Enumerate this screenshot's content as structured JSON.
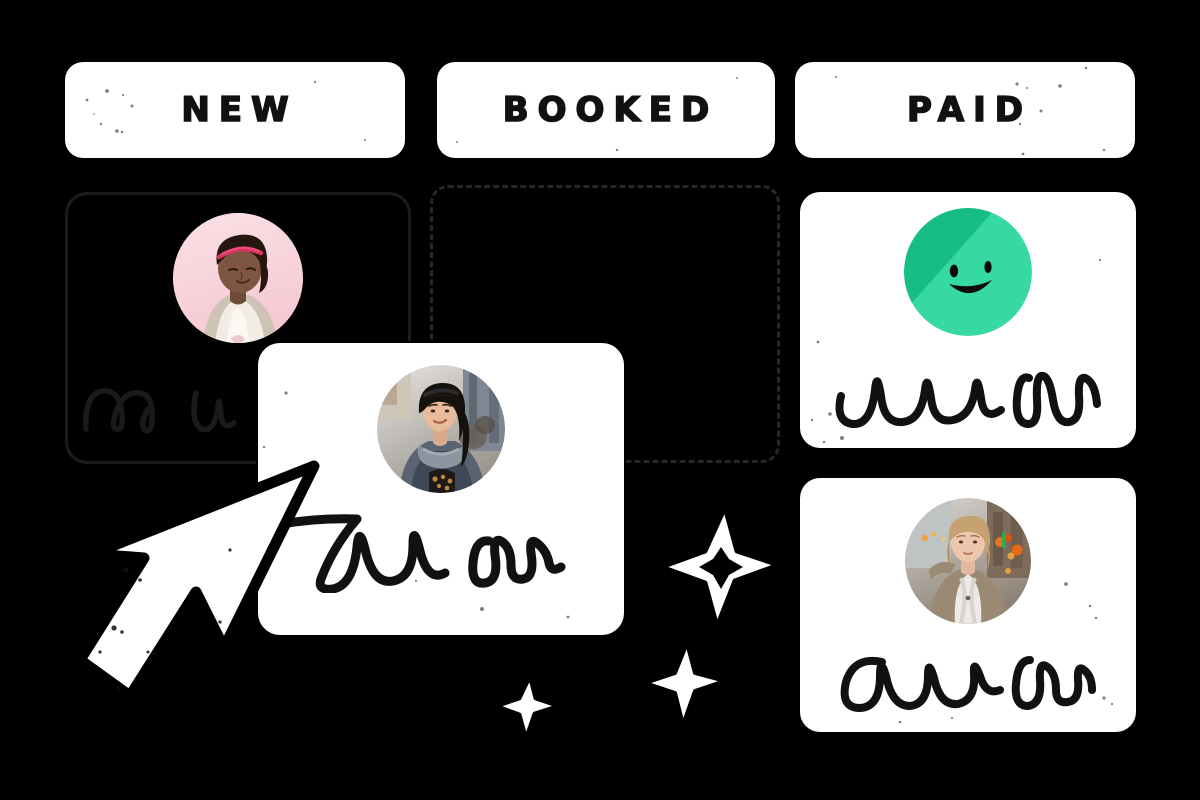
{
  "board": {
    "title": "Booking pipeline board",
    "background_color": "#000000",
    "card_surface_color": "#ffffff",
    "ink_color": "#111111",
    "ghost_outline_color": "#1c1c1c",
    "dropzone_dash_color": "#272727"
  },
  "columns": [
    {
      "id": "new",
      "label": "NEW"
    },
    {
      "id": "booked",
      "label": "BOOKED"
    },
    {
      "id": "paid",
      "label": "PAID"
    }
  ],
  "cards": {
    "ghost": {
      "column": "new",
      "state": "placeholder",
      "avatar_name": "avatar-photo-woman-pink-background",
      "avatar_background": "#f8d5dd",
      "text_placeholder_name": "handwritten-squiggle-placeholder",
      "text_placeholder_color": "#1a1a1a"
    },
    "dragged": {
      "column": "new",
      "state": "dragging",
      "avatar_name": "avatar-photo-woman-gray-scarf",
      "text_placeholder_name": "handwritten-squiggle-placeholder",
      "text_placeholder_color": "#111111"
    },
    "paid": [
      {
        "avatar_name": "green-smiley-avatar",
        "avatar_color_light": "#36d9a0",
        "avatar_color_dark": "#17bd85",
        "text_placeholder_name": "handwritten-squiggle-placeholder"
      },
      {
        "avatar_name": "avatar-photo-woman-blonde-bokeh",
        "text_placeholder_name": "handwritten-squiggle-placeholder"
      }
    ]
  },
  "dropzone": {
    "column": "booked",
    "label": "",
    "style": "dashed-outline",
    "state": "drop-target-active"
  },
  "cursor": {
    "name": "pointer-arrow-cursor",
    "fill": "#ffffff",
    "outline": "#000000",
    "direction": "up-left",
    "state": "dragging"
  },
  "decorations": [
    {
      "name": "sparkle-large",
      "style": "outline"
    },
    {
      "name": "sparkle-mid",
      "style": "solid"
    },
    {
      "name": "sparkle-small",
      "style": "outline"
    }
  ]
}
